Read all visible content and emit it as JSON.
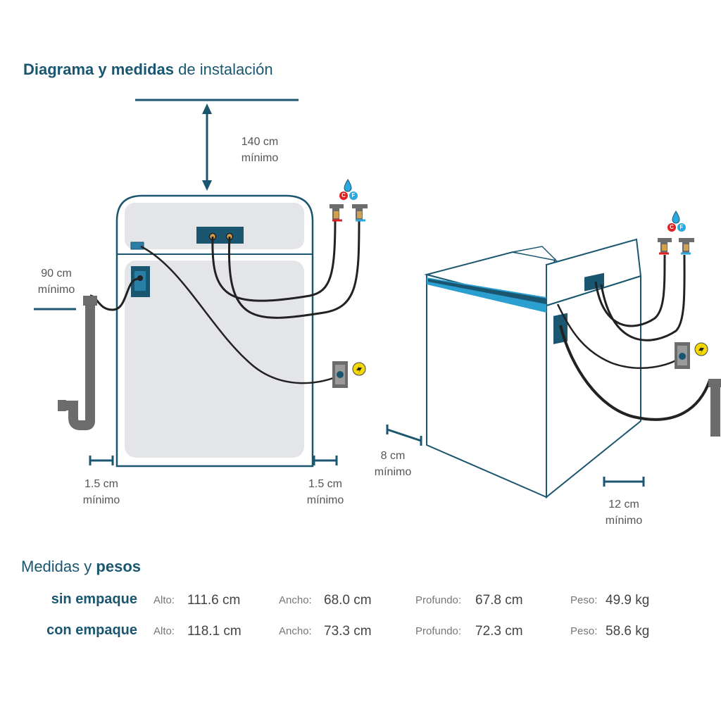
{
  "header": {
    "title_bold": "Diagrama y medidas",
    "title_light": "de instalación"
  },
  "labels": {
    "top_clearance": {
      "value": "140 cm",
      "note": "mínimo"
    },
    "drain_height": {
      "value": "90 cm",
      "note": "mínimo"
    },
    "left_side": {
      "value": "1.5 cm",
      "note": "mínimo"
    },
    "right_side": {
      "value": "1.5 cm",
      "note": "mínimo"
    },
    "back_clearance": {
      "value": "8 cm",
      "note": "mínimo"
    },
    "side_clearance": {
      "value": "12 cm",
      "note": "mínimo"
    }
  },
  "water": {
    "hot": "C",
    "cold": "F"
  },
  "colors": {
    "accent": "#1a5670",
    "hot": "#e02020",
    "cold": "#2aa8e0",
    "power": "#f5d800"
  },
  "specs": {
    "title_light": "Medidas y",
    "title_bold": "pesos",
    "rows": [
      {
        "label": "sin empaque",
        "fields": [
          {
            "name": "Alto:",
            "value": "111.6 cm"
          },
          {
            "name": "Ancho:",
            "value": "68.0 cm"
          },
          {
            "name": "Profundo:",
            "value": "67.8 cm"
          },
          {
            "name": "Peso:",
            "value": "49.9 kg"
          }
        ]
      },
      {
        "label": "con empaque",
        "fields": [
          {
            "name": "Alto:",
            "value": "118.1 cm"
          },
          {
            "name": "Ancho:",
            "value": "73.3 cm"
          },
          {
            "name": "Profundo:",
            "value": "72.3 cm"
          },
          {
            "name": "Peso:",
            "value": "58.6 kg"
          }
        ]
      }
    ]
  }
}
